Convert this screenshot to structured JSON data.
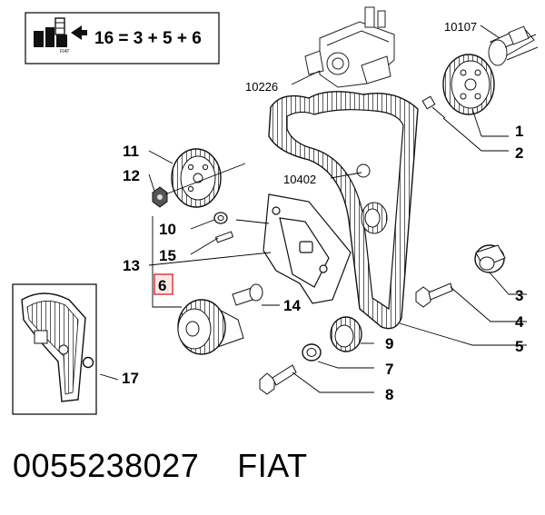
{
  "kit_box": {
    "formula": "16 = 3 + 5 + 6"
  },
  "callouts": {
    "c10107": "10107",
    "c10226": "10226",
    "c10402": "10402",
    "c1": "1",
    "c2": "2",
    "c3": "3",
    "c4": "4",
    "c5": "5",
    "c6": "6",
    "c7": "7",
    "c8": "8",
    "c9": "9",
    "c10": "10",
    "c11": "11",
    "c12": "12",
    "c13": "13",
    "c14": "14",
    "c15": "15",
    "c17": "17"
  },
  "footer": {
    "part_number": "0055238027",
    "brand": "FIAT"
  },
  "colors": {
    "highlight_border": "#e23a3a",
    "highlight_fill": "#fbe9ea",
    "line": "#000000"
  }
}
